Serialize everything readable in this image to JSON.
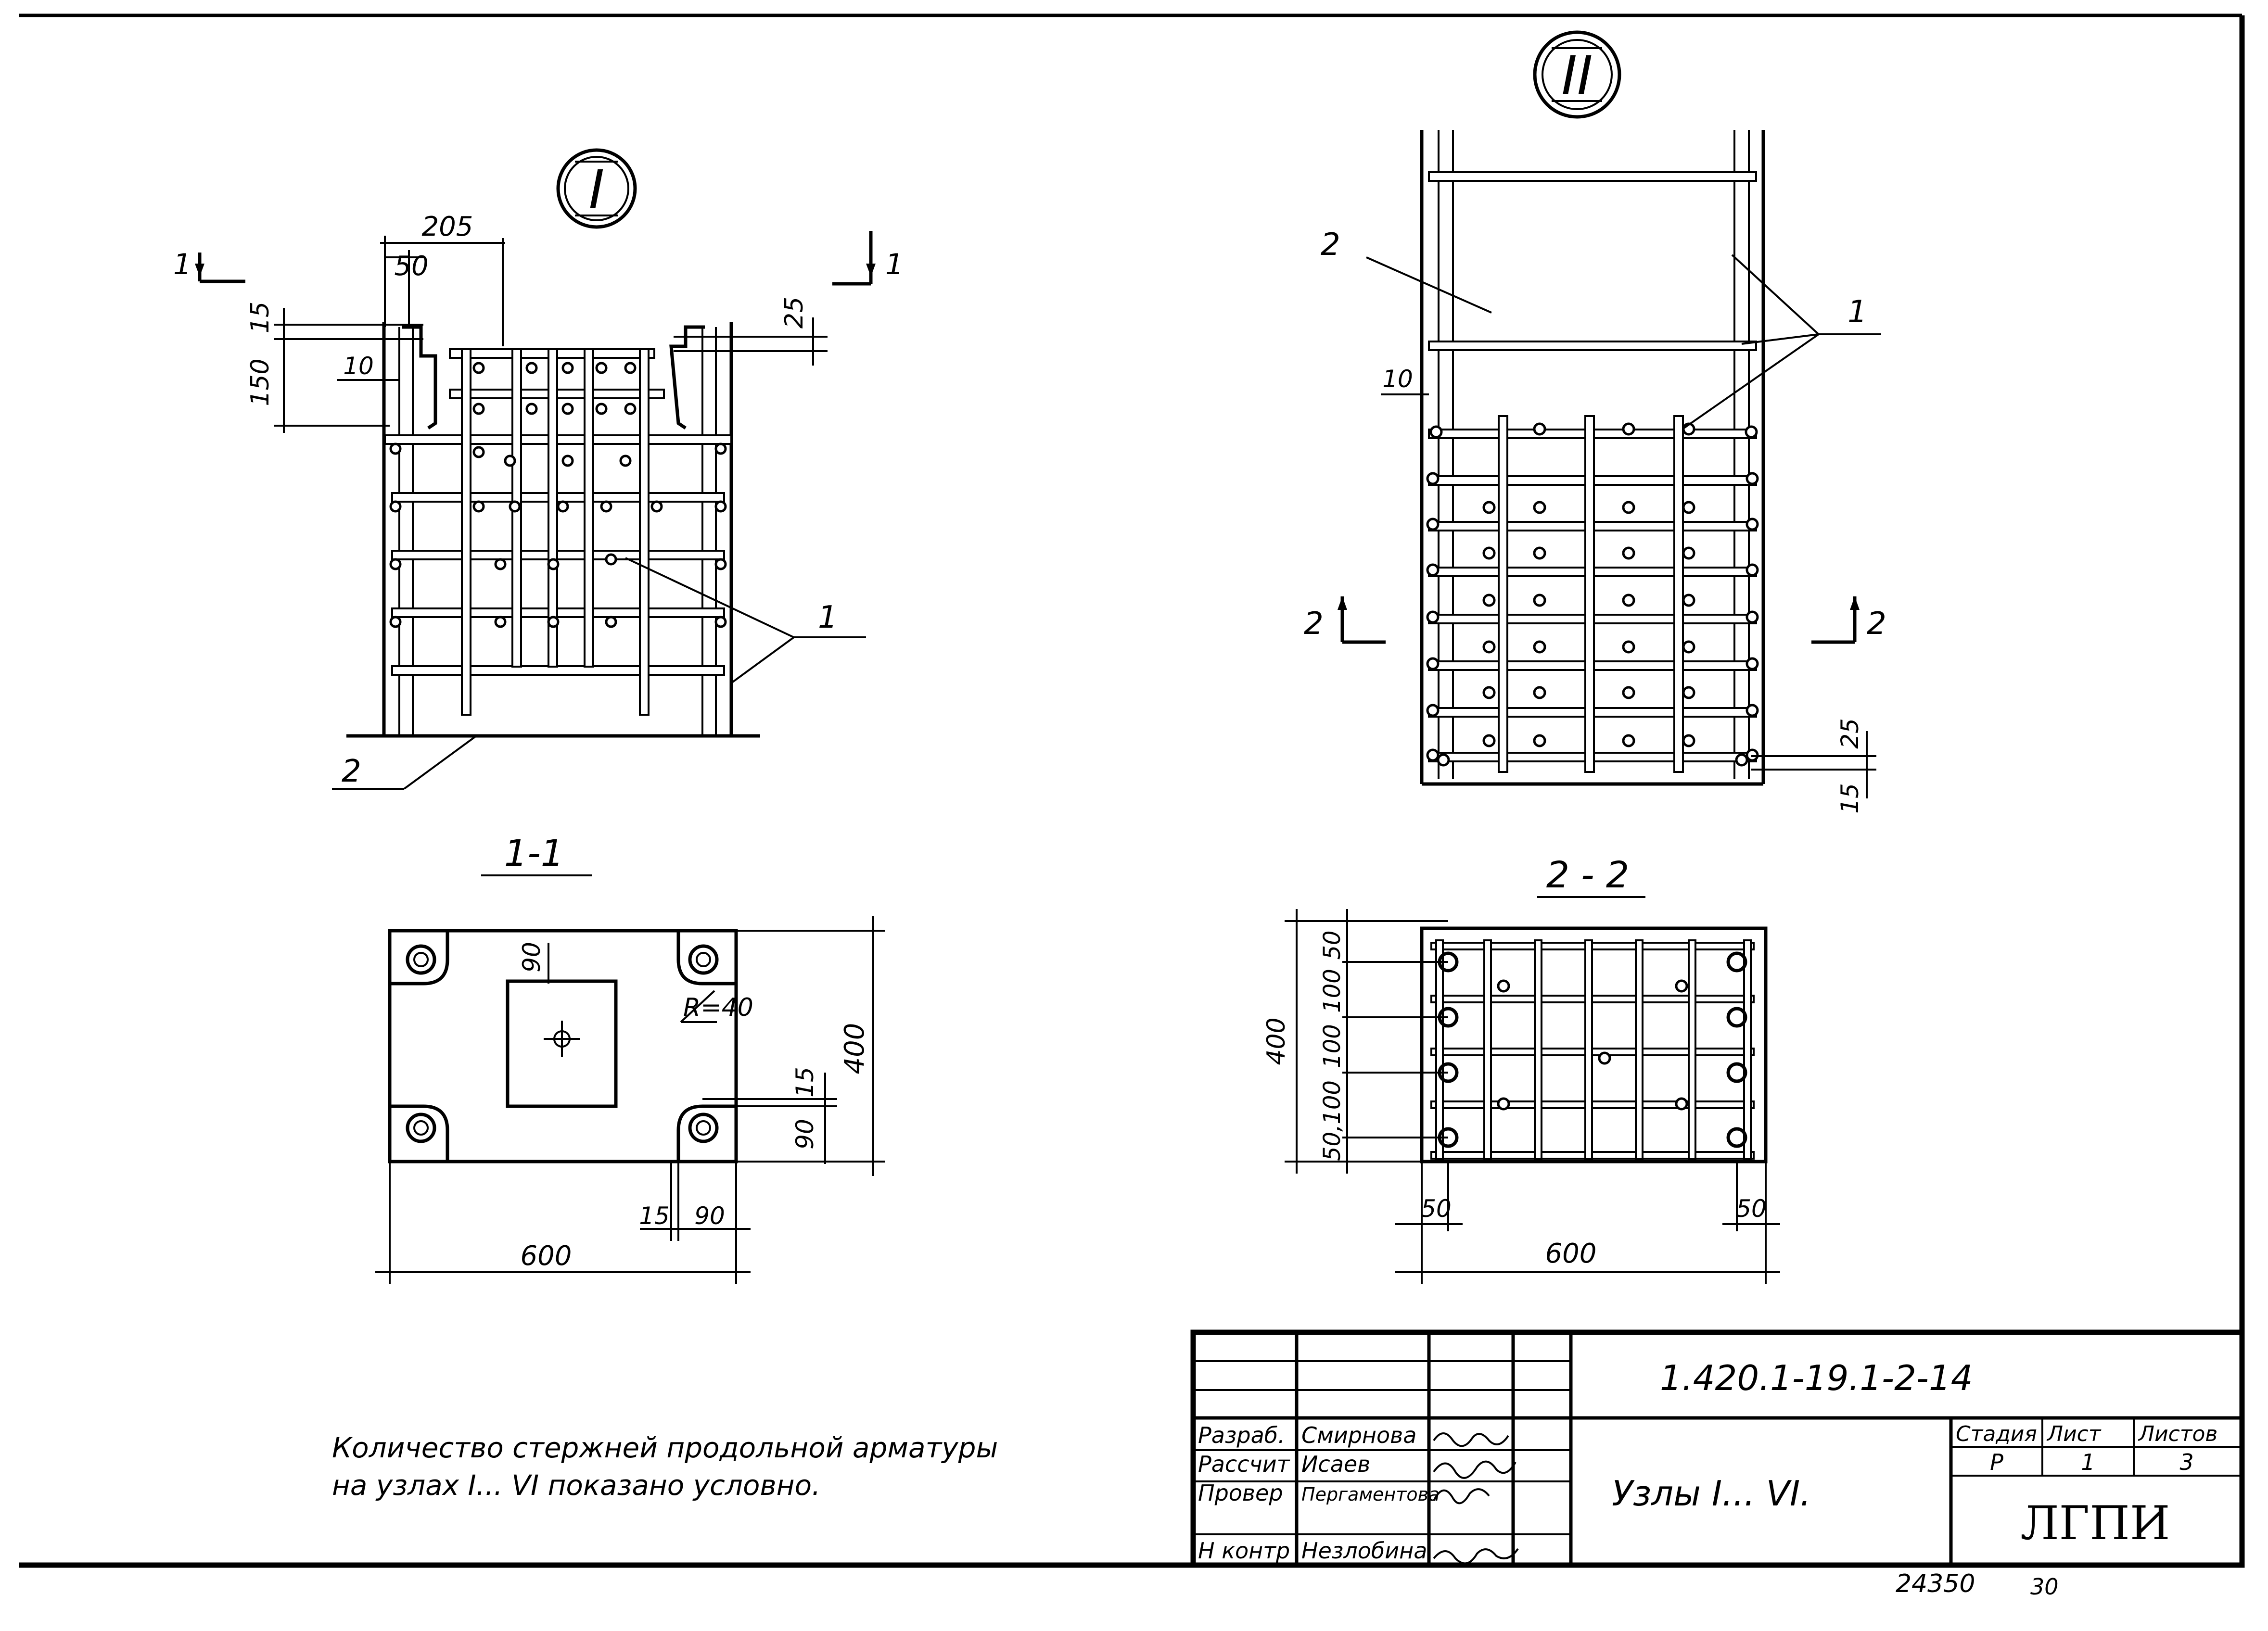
{
  "views": {
    "node1": {
      "mark": "I",
      "section_marks": [
        "1",
        "1"
      ],
      "dims": {
        "d205": "205",
        "d50": "50",
        "d15": "15",
        "d10": "10",
        "d150": "150",
        "d25": "25"
      },
      "leaders": {
        "pos1": "1",
        "pos2": "2"
      }
    },
    "node2": {
      "mark": "II",
      "section_marks": [
        "2",
        "2"
      ],
      "dims": {
        "d10": "10",
        "d25": "25",
        "d15": "15"
      },
      "leaders": {
        "pos1": "1",
        "pos2": "2"
      }
    },
    "section11": {
      "title": "1-1",
      "dims": {
        "d90a": "90",
        "r40": "R=40",
        "d15a": "15",
        "d90b": "90",
        "d400": "400",
        "d15b": "15",
        "d90c": "90",
        "d600": "600"
      }
    },
    "section22": {
      "title": "2 - 2",
      "dims": {
        "d50a": "50",
        "d100a": "100",
        "d100b": "100",
        "d50_100": "50,100",
        "d400": "400",
        "d50l": "50",
        "d50r": "50",
        "d600": "600"
      }
    }
  },
  "note": {
    "line1": "Количество стержней продольной арматуры",
    "line2": "на узлах I... VI показано условно."
  },
  "title_block": {
    "designation": "1.420.1-19.1-2-14",
    "sheet_title": "Узлы I... VI.",
    "org": "ЛГПИ",
    "headers": {
      "stage": "Стадия",
      "sheet": "Лист",
      "sheets": "Листов"
    },
    "values": {
      "stage": "Р",
      "sheet": "1",
      "sheets": "3"
    },
    "roles": [
      {
        "role": "Разраб.",
        "name": "Смирнова"
      },
      {
        "role": "Рассчит",
        "name": "Исаев"
      },
      {
        "role": "Провер",
        "name": "Пергаментова"
      },
      {
        "role": "Н контр",
        "name": "Незлобина"
      }
    ]
  },
  "footer": {
    "inv": "24350",
    "num": "30"
  }
}
